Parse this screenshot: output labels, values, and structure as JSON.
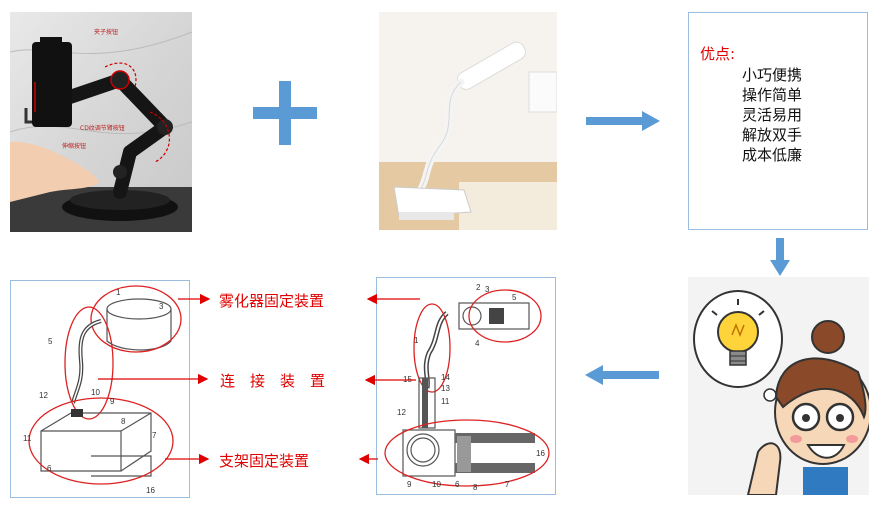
{
  "photo_phone_holder": {
    "callouts": [
      "夹子按钮",
      "CD纹调节臂按钮",
      "伸缩按钮"
    ]
  },
  "advantages": {
    "title": "优点:",
    "items": [
      "小巧便携",
      "操作简单",
      "灵活易用",
      "解放双手",
      "成本低廉"
    ]
  },
  "labels": {
    "atomizer_mount": "雾化器固定装置",
    "connector": "连　接　装　置",
    "bracket_mount": "支架固定装置"
  },
  "drawing_left": {
    "numbers": [
      "1",
      "3",
      "5",
      "12",
      "10",
      "9",
      "8",
      "11",
      "6",
      "7",
      "16"
    ]
  },
  "drawing_right": {
    "numbers": [
      "2",
      "3",
      "5",
      "1",
      "4",
      "15",
      "14",
      "13",
      "11",
      "12",
      "16",
      "9",
      "10",
      "6",
      "8",
      "7"
    ]
  },
  "colors": {
    "accent_blue": "#5b9bd5",
    "label_red": "#e00000",
    "panel_border": "#9bbde0"
  }
}
